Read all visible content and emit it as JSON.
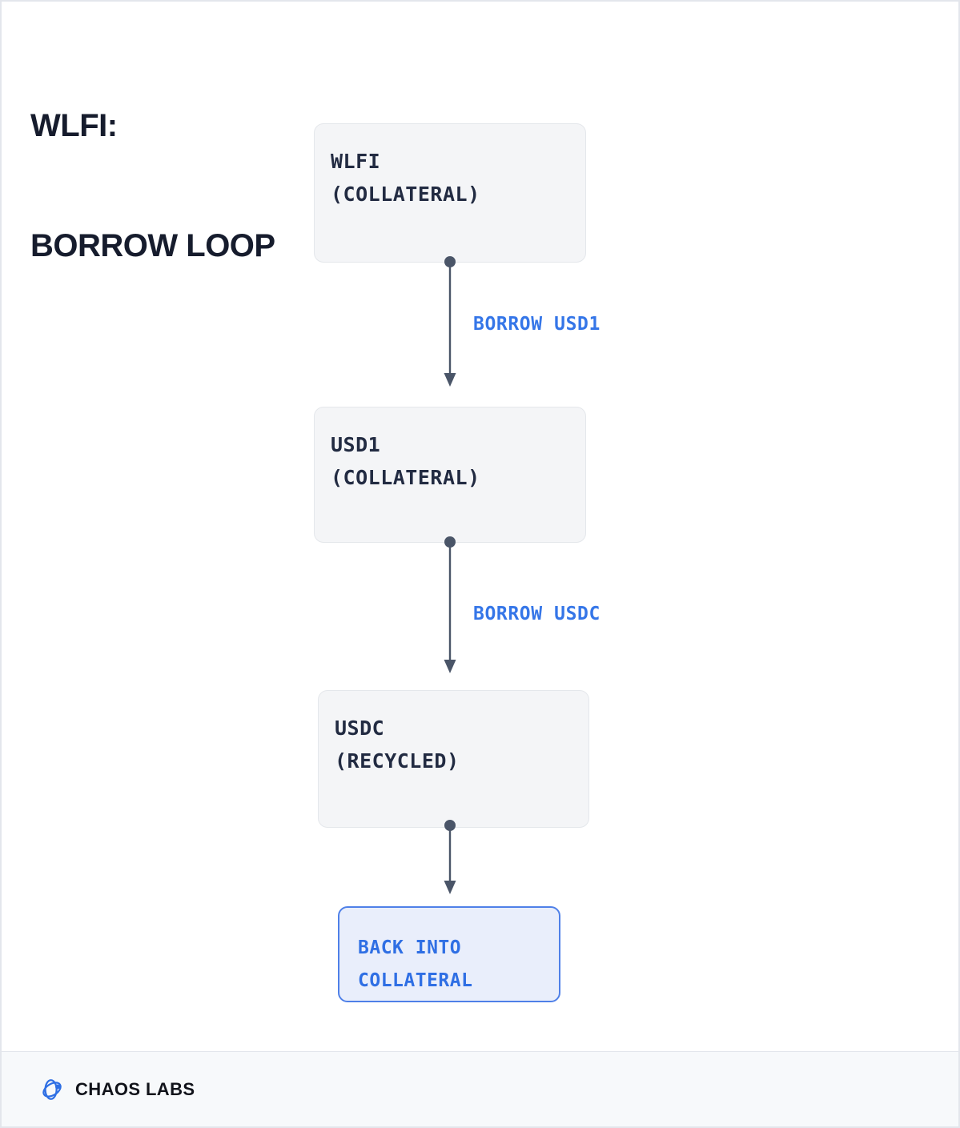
{
  "title": {
    "line1": "WLFI:",
    "line2": "BORROW LOOP"
  },
  "diagram": {
    "type": "flowchart",
    "orientation": "vertical",
    "nodes": [
      {
        "id": "wlfi",
        "line1": "WLFI",
        "line2": "(COLLATERAL)",
        "style": "neutral"
      },
      {
        "id": "usd1",
        "line1": "USD1",
        "line2": "(COLLATERAL)",
        "style": "neutral"
      },
      {
        "id": "usdc",
        "line1": "USDC",
        "line2": "(RECYCLED)",
        "style": "neutral"
      },
      {
        "id": "back",
        "line1": "BACK INTO",
        "line2": "COLLATERAL",
        "style": "highlight"
      }
    ],
    "edges": [
      {
        "from": "wlfi",
        "to": "usd1",
        "label": "BORROW USD1"
      },
      {
        "from": "usd1",
        "to": "usdc",
        "label": "BORROW USDC"
      },
      {
        "from": "usdc",
        "to": "back",
        "label": ""
      }
    ]
  },
  "footer": {
    "brand": "CHAOS LABS",
    "logo_icon": "chaos-atom-icon"
  },
  "colors": {
    "page_background": "#ffffff",
    "page_border": "#e3e6ec",
    "title_text": "#161c2d",
    "node_fill": "#f4f5f7",
    "node_border": "#e4e7eb",
    "node_text": "#222b42",
    "accent_blue": "#3576e8",
    "highlight_fill": "#e9eefb",
    "highlight_border": "#4f80e8",
    "connector": "#4a5568",
    "footer_background": "#f7f9fb"
  }
}
